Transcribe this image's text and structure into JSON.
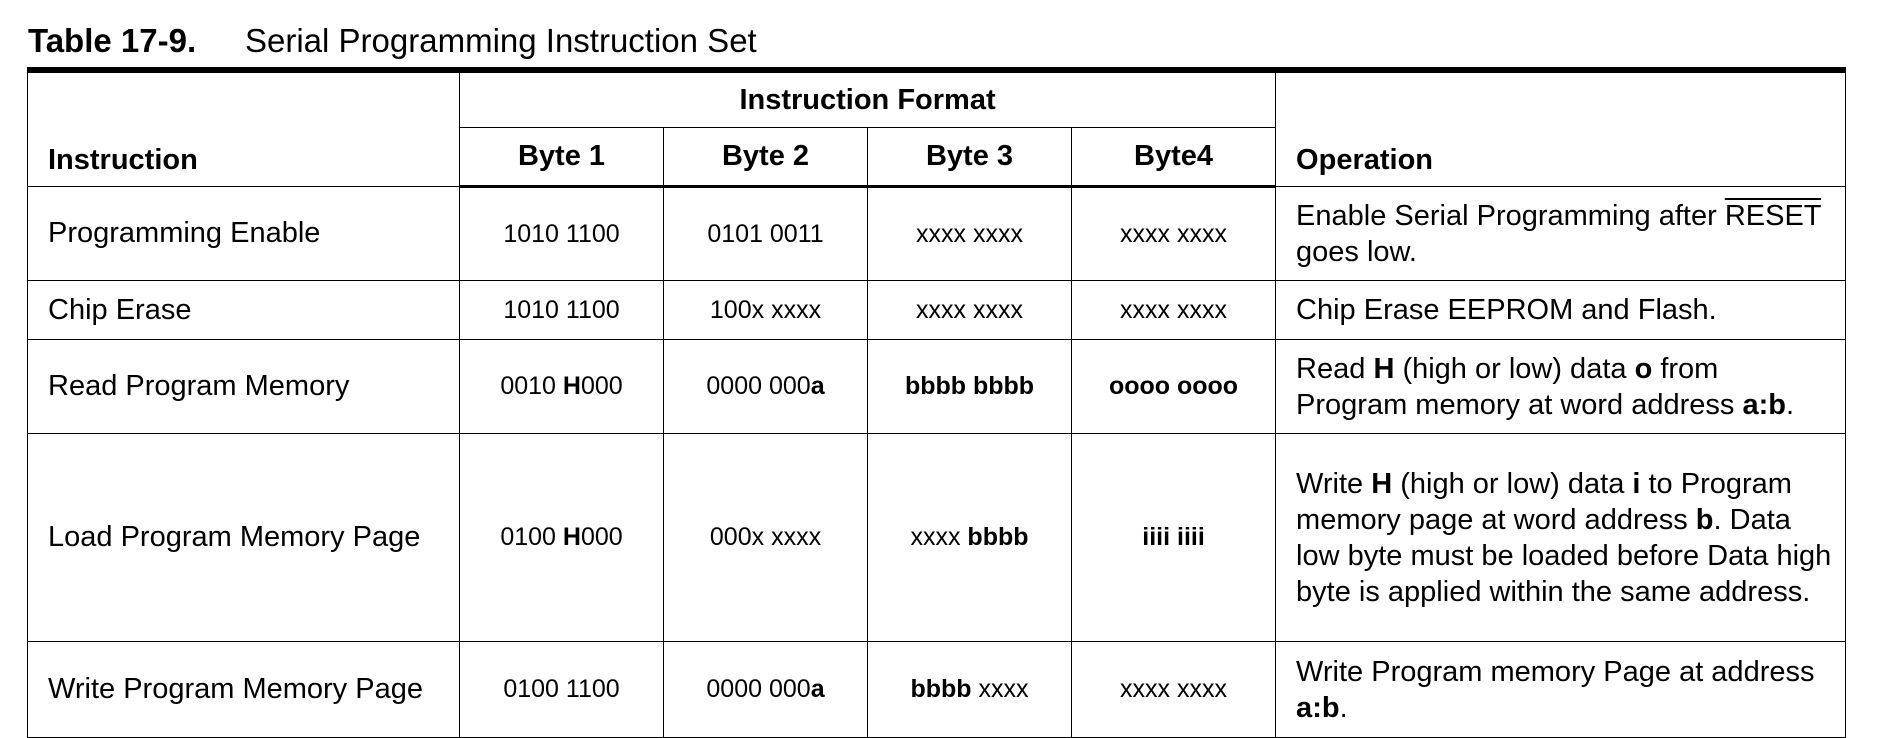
{
  "caption": {
    "number": "Table 17-9.",
    "title": "Serial Programming Instruction Set"
  },
  "headers": {
    "instruction": "Instruction",
    "instruction_format": "Instruction Format",
    "byte1": "Byte 1",
    "byte2": "Byte 2",
    "byte3": "Byte 3",
    "byte4": "Byte4",
    "operation": "Operation"
  },
  "rows": [
    {
      "instruction": "Programming Enable",
      "bytes": [
        [
          {
            "t": "1010 1100",
            "b": false
          }
        ],
        [
          {
            "t": "0101 0011",
            "b": false
          }
        ],
        [
          {
            "t": "xxxx xxxx",
            "b": false
          }
        ],
        [
          {
            "t": "xxxx xxxx",
            "b": false
          }
        ]
      ],
      "operation": [
        {
          "t": "Enable Serial Programming after "
        },
        {
          "t": "RESET",
          "o": true
        },
        {
          "t": " goes low."
        }
      ]
    },
    {
      "instruction": "Chip Erase",
      "bytes": [
        [
          {
            "t": "1010 1100",
            "b": false
          }
        ],
        [
          {
            "t": "100x xxxx",
            "b": false
          }
        ],
        [
          {
            "t": "xxxx xxxx",
            "b": false
          }
        ],
        [
          {
            "t": "xxxx xxxx",
            "b": false
          }
        ]
      ],
      "operation": [
        {
          "t": "Chip Erase EEPROM and Flash."
        }
      ]
    },
    {
      "instruction": "Read Program Memory",
      "bytes": [
        [
          {
            "t": "0010 ",
            "b": false
          },
          {
            "t": "H",
            "b": true
          },
          {
            "t": "000",
            "b": false
          }
        ],
        [
          {
            "t": "0000 000",
            "b": false
          },
          {
            "t": "a",
            "b": true
          }
        ],
        [
          {
            "t": "bbbb bbbb",
            "b": true
          }
        ],
        [
          {
            "t": "oooo oooo",
            "b": true
          }
        ]
      ],
      "operation": [
        {
          "t": "Read "
        },
        {
          "t": "H",
          "b": true
        },
        {
          "t": " (high or low) data "
        },
        {
          "t": "o",
          "b": true
        },
        {
          "t": " from Program memory at word address "
        },
        {
          "t": "a",
          "b": true
        },
        {
          "t": ":",
          "b": true
        },
        {
          "t": "b",
          "b": true
        },
        {
          "t": "."
        }
      ]
    },
    {
      "instruction": "Load Program Memory Page",
      "bytes": [
        [
          {
            "t": "0100 ",
            "b": false
          },
          {
            "t": "H",
            "b": true
          },
          {
            "t": "000",
            "b": false
          }
        ],
        [
          {
            "t": "000x xxxx",
            "b": false
          }
        ],
        [
          {
            "t": "xxxx ",
            "b": false
          },
          {
            "t": "bbbb",
            "b": true
          }
        ],
        [
          {
            "t": "iiii iiii",
            "b": true
          }
        ]
      ],
      "operation": [
        {
          "t": "Write "
        },
        {
          "t": "H",
          "b": true
        },
        {
          "t": " (high or low) data "
        },
        {
          "t": "i",
          "b": true
        },
        {
          "t": " to Program memory page at word address "
        },
        {
          "t": "b",
          "b": true
        },
        {
          "t": ". Data low byte must be loaded before Data high byte is applied within the same address."
        }
      ]
    },
    {
      "instruction": "Write Program Memory Page",
      "bytes": [
        [
          {
            "t": "0100 1100",
            "b": false
          }
        ],
        [
          {
            "t": "0000 000",
            "b": false
          },
          {
            "t": "a",
            "b": true
          }
        ],
        [
          {
            "t": "bbbb",
            "b": true
          },
          {
            "t": " xxxx",
            "b": false
          }
        ],
        [
          {
            "t": "xxxx xxxx",
            "b": false
          }
        ]
      ],
      "operation": [
        {
          "t": "Write Program memory Page at address "
        },
        {
          "t": "a",
          "b": true
        },
        {
          "t": ":",
          "b": true
        },
        {
          "t": "b",
          "b": true
        },
        {
          "t": "."
        }
      ]
    }
  ]
}
